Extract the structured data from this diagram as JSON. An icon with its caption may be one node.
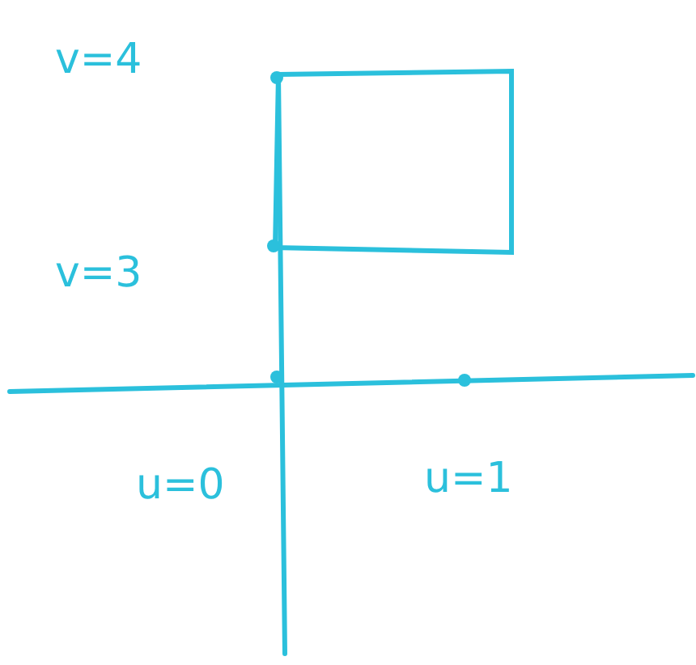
{
  "diagram": {
    "labels": [
      "v=4",
      "v=3",
      "u=0",
      "u=1"
    ]
  }
}
